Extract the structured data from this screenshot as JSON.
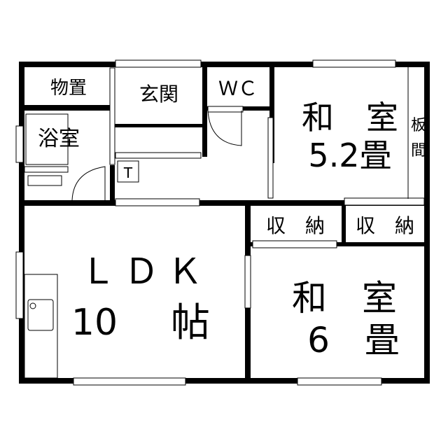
{
  "floorplan": {
    "rooms": {
      "storage_shed": "物置",
      "entrance": "玄関",
      "wc": "ＷＣ",
      "bathroom": "浴室",
      "toilet_mark": "T",
      "japanese_room_1": {
        "name": "和　室",
        "size": "5.2畳"
      },
      "wood_floor": {
        "line1": "板",
        "line2": "間"
      },
      "closet_1": "収　納",
      "closet_2": "収　納",
      "ldk": {
        "name": "ＬＤＫ",
        "size_num": "10",
        "size_unit": "帖"
      },
      "japanese_room_2": {
        "name": "和　室",
        "size": "6　畳"
      }
    },
    "colors": {
      "wall": "#000000",
      "background": "#ffffff"
    }
  }
}
